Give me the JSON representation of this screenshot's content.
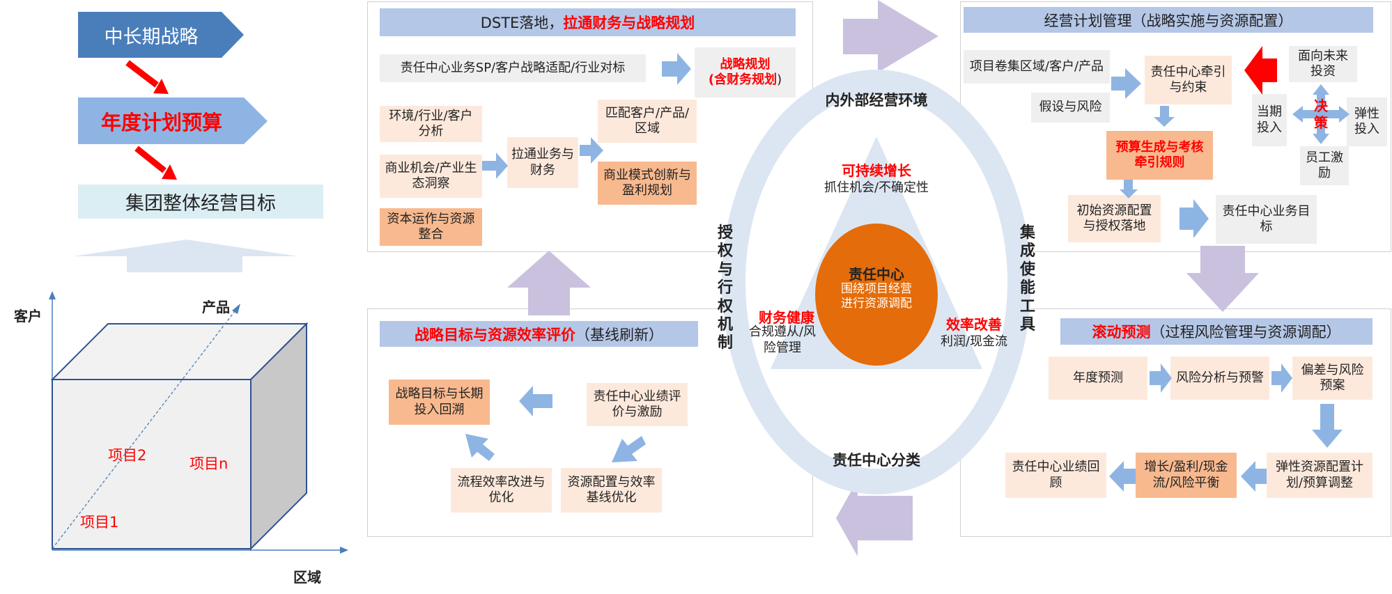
{
  "left": {
    "step1": "中长期战略",
    "step2": "年度计划预算",
    "step3": "集团整体经营目标",
    "axis_customer": "客户",
    "axis_product": "产品",
    "axis_region": "区域",
    "project2": "项目2",
    "projectn": "项目n",
    "project1": "项目1"
  },
  "dste": {
    "header_plain": "DSTE落地，",
    "header_red": "拉通财务与战略规划",
    "sp": "责任中心业务SP/客户战略适配/行业对标",
    "strategy_red": "战略规划",
    "strategy_red2": "(含财务规划",
    "strategy_tail": ")",
    "env": "环境/行业/客户分析",
    "biz": "商业机会/产业生态洞察",
    "capital": "资本运作与资源整合",
    "link": "拉通业务与财务",
    "match": "匹配客户/产品/区域",
    "model": "商业模式创新与盈利规划"
  },
  "review": {
    "header_red": "战略目标与资源效率评价",
    "header_plain": "（基线刷新）",
    "goal": "战略目标与长期投入回溯",
    "perf": "责任中心业绩评价与激励",
    "flow": "流程效率改进与优化",
    "alloc": "资源配置与效率基线优化"
  },
  "center": {
    "top": "内外部经营环境",
    "bottom": "责任中心分类",
    "left": "授权与行权机制",
    "right": "集成使能工具",
    "growth_red": "可持续增长",
    "growth": "抓住机会/不确定性",
    "fin_red": "财务健康",
    "fin": "合规遵从/风险管理",
    "eff_red": "效率改善",
    "eff": "利润/现金流",
    "core_title": "责任中心",
    "core_text": "围绕项目经营进行资源调配"
  },
  "plan": {
    "header": "经营计划管理（战略实施与资源配置）",
    "proj": "项目卷集区域/客户/产品",
    "assume": "假设与风险",
    "lead": "责任中心牵引与约束",
    "budget": "预算生成与考核牵引规则",
    "init": "初始资源配置与授权落地",
    "target": "责任中心业务目标",
    "future": "面向未来投资",
    "current": "当期投入",
    "decide": "决策",
    "flex": "弹性投入",
    "staff": "员工激励"
  },
  "roll": {
    "header_red": "滚动预测",
    "header_plain": "（过程风险管理与资源调配）",
    "annual": "年度预测",
    "risk": "风险分析与预警",
    "dev": "偏差与风险预案",
    "elastic": "弹性资源配置计划/预算调整",
    "grow": "增长/盈利/现金流/风险平衡",
    "rev": "责任中心业绩回顾"
  },
  "colors": {
    "dark_blue": "#4a7ebb",
    "mid_blue": "#8eb4e3",
    "light_cyan": "#dbeef4",
    "light_orange": "#fde9dc",
    "mid_orange": "#f8b98f",
    "core_orange": "#e46c0a",
    "purple": "#c9c1dd",
    "red": "#ff0000",
    "header_blue": "#b4c7e7"
  }
}
